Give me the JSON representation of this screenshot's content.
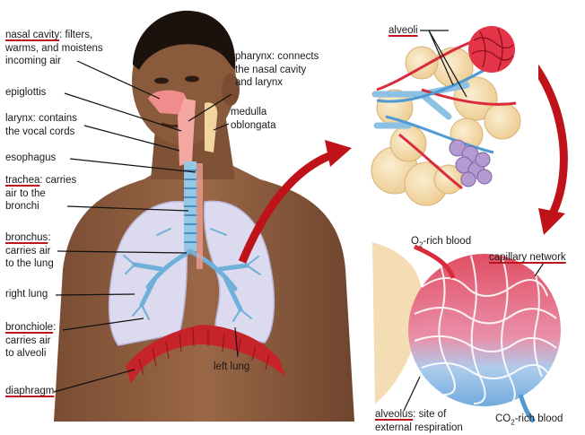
{
  "labels": {
    "nasal_cavity": {
      "term": "nasal cavity",
      "desc1": ": filters,",
      "desc2": "warms, and moistens",
      "desc3": "incoming air"
    },
    "epiglottis": {
      "text": "epiglottis"
    },
    "larynx": {
      "line1": "larynx: contains",
      "line2": "the vocal cords"
    },
    "esophagus": {
      "text": "esophagus"
    },
    "trachea": {
      "term": "trachea",
      "desc1": ": carries",
      "desc2": "air to the",
      "desc3": "bronchi"
    },
    "bronchus": {
      "term": "bronchus",
      "desc1": ":",
      "desc2": "carries air",
      "desc3": "to the lung"
    },
    "right_lung": {
      "text": "right lung"
    },
    "bronchiole": {
      "term": "bronchiole",
      "desc1": ":",
      "desc2": "carries air",
      "desc3": "to alveoli"
    },
    "diaphragm": {
      "term": "diaphragm"
    },
    "pharynx": {
      "line1": "pharynx: connects",
      "line2": "the nasal cavity",
      "line3": "and larynx"
    },
    "medulla": {
      "line1": "medulla",
      "line2": "oblongata"
    },
    "left_lung": {
      "text": "left lung"
    },
    "alveoli": {
      "term": "alveoli"
    },
    "o2_blood": {
      "prefix": "O",
      "sub": "2",
      "suffix": "-rich blood"
    },
    "capillary_network": {
      "term": "capillary network"
    },
    "alveolus": {
      "term": "alveolus",
      "desc1": ": site of",
      "desc2": "external respiration"
    },
    "co2_blood": {
      "prefix": "CO",
      "sub": "2",
      "suffix": "-rich blood"
    }
  },
  "colors": {
    "skin": "#8a5a3c",
    "skin_dark": "#5e3a25",
    "lung": "#d9d6ec",
    "trachea": "#8fc3e4",
    "diaphragm": "#c8232c",
    "arrow": "#c0141c",
    "alveoli_sac": "#f5deb0",
    "vessel_red": "#d8283a",
    "vessel_blue": "#5aa6d8",
    "underline": "#c0141c"
  }
}
